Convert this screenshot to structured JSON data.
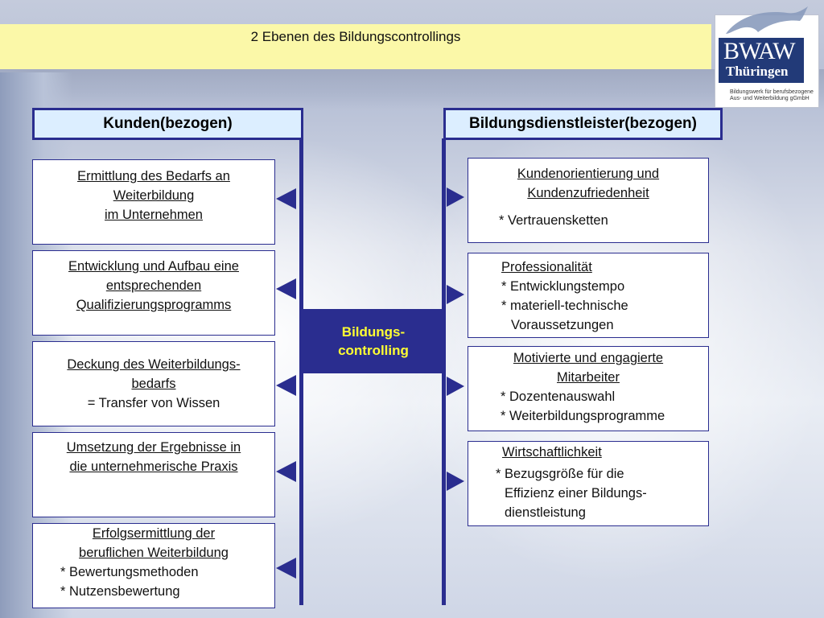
{
  "title": "2 Ebenen des Bildungscontrollings",
  "logo": {
    "main": "BWAW",
    "sub": "Thüringen",
    "tagline1": "Bildungswerk für berufsbezogene",
    "tagline2": "Aus- und Weiterbildung gGmbH"
  },
  "headers": {
    "left": "Kunden(bezogen)",
    "right": "Bildungsdienstleister(bezogen)"
  },
  "center": {
    "line1": "Bildungs-",
    "line2": "controlling"
  },
  "left_boxes": [
    {
      "lines": [
        "Ermittlung des Bedarfs an",
        "Weiterbildung",
        "im Unternehmen"
      ]
    },
    {
      "lines": [
        "Entwicklung und Aufbau eine",
        "entsprechenden",
        "Qualifizierungsprogramms"
      ]
    },
    {
      "lines": [
        "Deckung des Weiterbildungs-",
        "bedarfs",
        "= Transfer von Wissen"
      ]
    },
    {
      "lines": [
        "Umsetzung der Ergebnisse in",
        "die unternehmerische Praxis"
      ]
    },
    {
      "lines": [
        "Erfolgsermittlung der",
        "beruflichen Weiterbildung",
        "* Bewertungsmethoden",
        "* Nutzensbewertung"
      ]
    }
  ],
  "right_boxes": [
    {
      "lines": [
        "Kundenorientierung und",
        "Kundenzufriedenheit",
        "* Vertrauensketten"
      ]
    },
    {
      "lines": [
        "Professionalität",
        "* Entwicklungstempo",
        "* materiell-technische",
        "Voraussetzungen"
      ]
    },
    {
      "lines": [
        "Motivierte und engagierte",
        "Mitarbeiter",
        "* Dozentenauswahl",
        "* Weiterbildungsprogramme"
      ]
    },
    {
      "lines": [
        "Wirtschaftlichkeit",
        "* Bezugsgröße für die",
        "Effizienz einer Bildungs-",
        "dienstleistung"
      ]
    }
  ],
  "colors": {
    "accent": "#2a2d8f",
    "title_band": "#fbf8a8",
    "header_fill": "#dceeff",
    "center_text": "#ffff33"
  }
}
